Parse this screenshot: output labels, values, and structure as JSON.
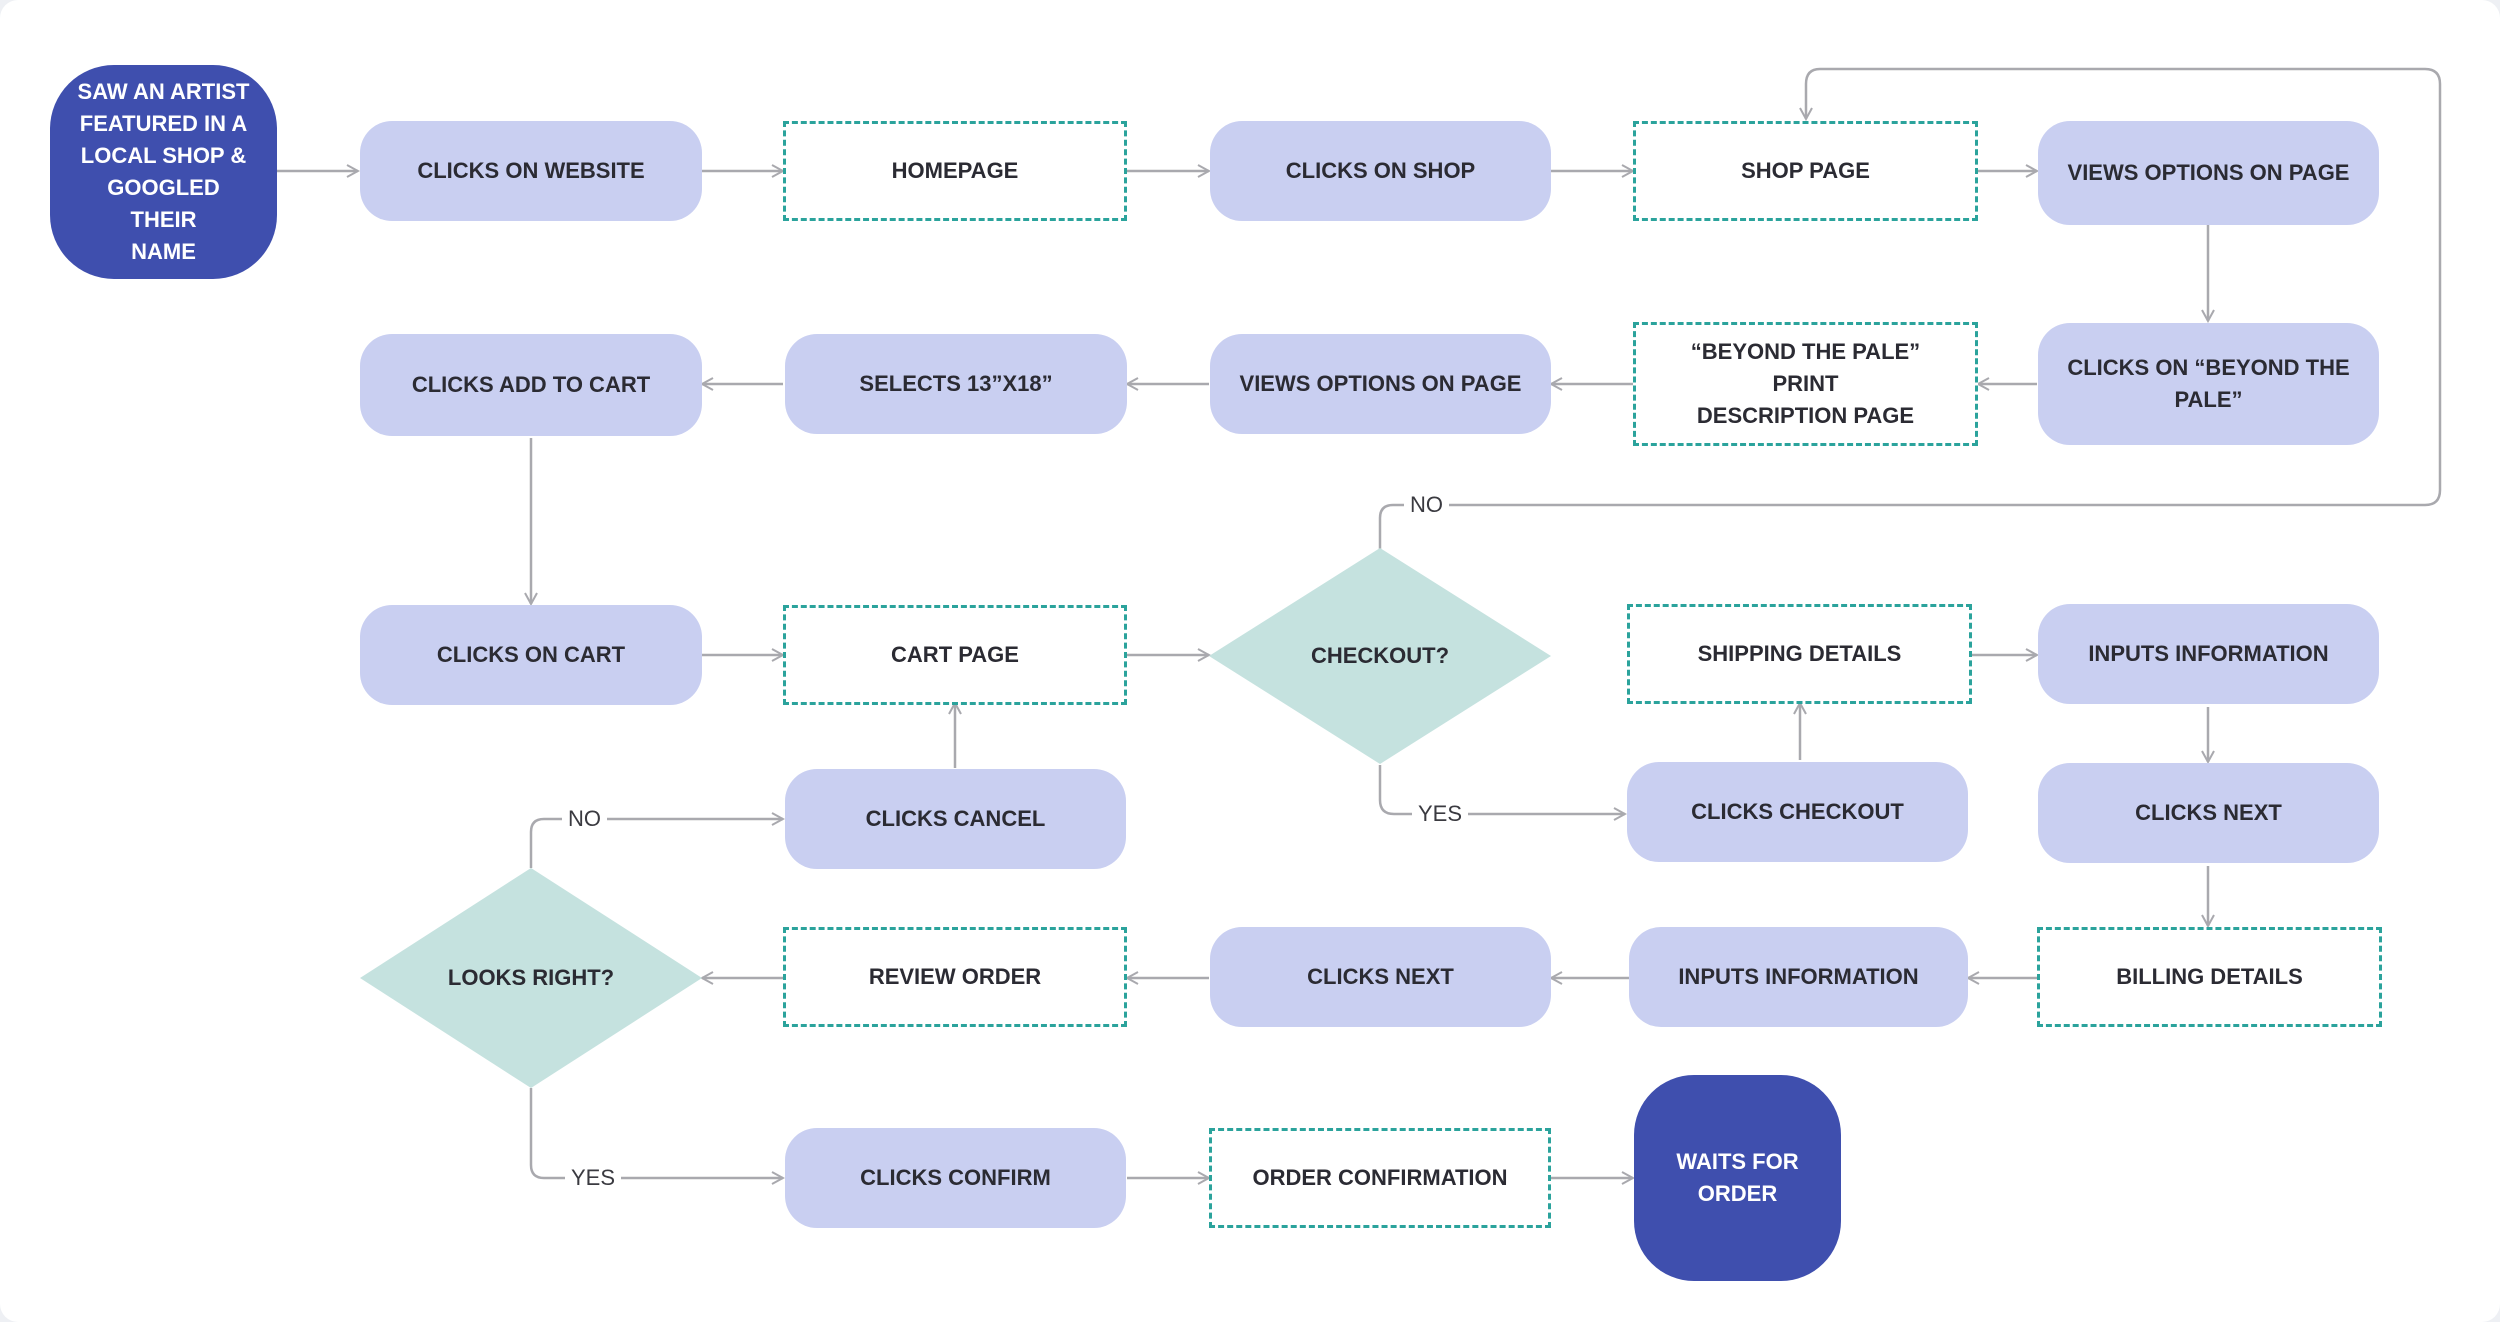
{
  "nodes": {
    "start": "SAW AN ARTIST\nFEATURED IN A\nLOCAL SHOP &\nGOOGLED THEIR\nNAME",
    "clicks_website": "CLICKS ON WEBSITE",
    "homepage": "HOMEPAGE",
    "clicks_shop": "CLICKS ON SHOP",
    "shop_page": "SHOP PAGE",
    "views_options_1": "VIEWS OPTIONS ON PAGE",
    "clicks_beyond": "CLICKS ON “BEYOND THE\nPALE”",
    "print_desc": "“BEYOND THE PALE” PRINT\nDESCRIPTION PAGE",
    "views_options_2": "VIEWS OPTIONS ON PAGE",
    "selects_size": "SELECTS 13”X18”",
    "add_to_cart": "CLICKS ADD TO CART",
    "clicks_cart": "CLICKS ON CART",
    "cart_page": "CART PAGE",
    "checkout_q": "CHECKOUT?",
    "shipping_details": "SHIPPING DETAILS",
    "inputs_info_1": "INPUTS INFORMATION",
    "clicks_cancel": "CLICKS CANCEL",
    "clicks_checkout": "CLICKS CHECKOUT",
    "clicks_next_1": "CLICKS NEXT",
    "looks_right_q": "LOOKS RIGHT?",
    "review_order": "REVIEW ORDER",
    "clicks_next_2": "CLICKS NEXT",
    "inputs_info_2": "INPUTS INFORMATION",
    "billing_details": "BILLING DETAILS",
    "clicks_confirm": "CLICKS CONFIRM",
    "order_confirmation": "ORDER CONFIRMATION",
    "waits_for_order": "WAITS FOR\nORDER"
  },
  "edge_labels": {
    "checkout_no": "NO",
    "checkout_yes": "YES",
    "looks_no": "NO",
    "looks_yes": "YES"
  },
  "colors": {
    "action": "#c9cff1",
    "terminal": "#3f4fae",
    "page_border": "#2ba39c",
    "decision": "#c5e2df",
    "wire": "#a9a9ae"
  }
}
